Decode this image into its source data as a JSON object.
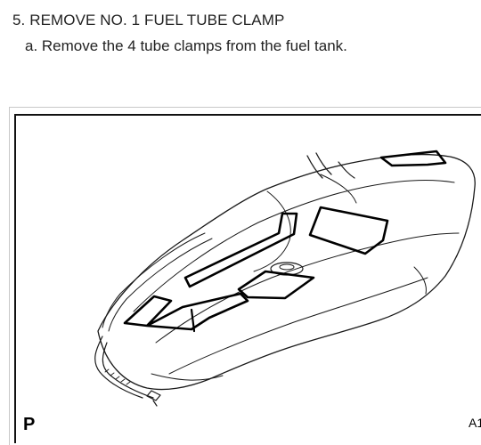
{
  "procedure": {
    "step_heading": "5. REMOVE NO. 1 FUEL TUBE CLAMP",
    "instruction": "a. Remove the 4 tube clamps from the fuel tank."
  },
  "figure": {
    "corner_label": "P",
    "figure_code": "A1"
  },
  "colors": {
    "line": "#1a1a1a",
    "highlight": "#000000"
  }
}
